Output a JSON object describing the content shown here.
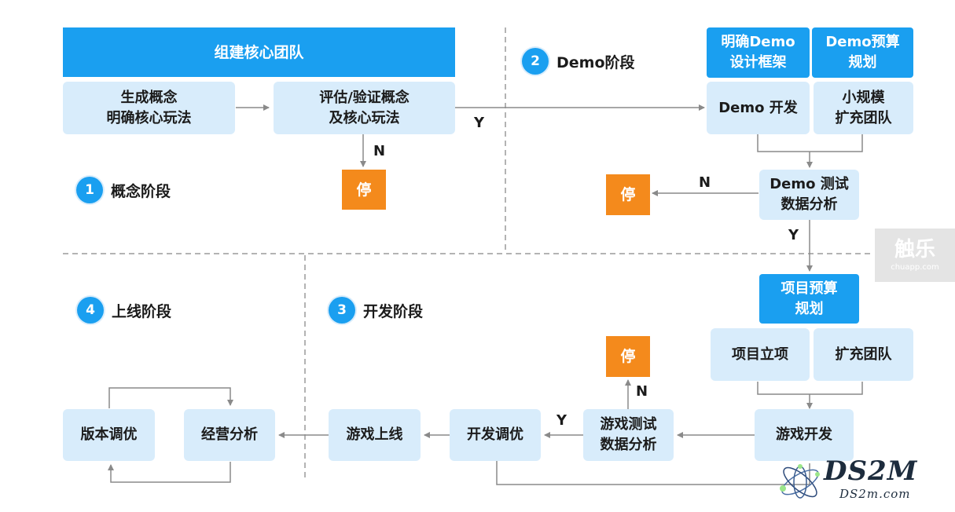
{
  "stages": {
    "concept": {
      "num": "1",
      "label": "概念阶段"
    },
    "demo": {
      "num": "2",
      "label": "Demo阶段"
    },
    "dev": {
      "num": "3",
      "label": "开发阶段"
    },
    "launch": {
      "num": "4",
      "label": "上线阶段"
    }
  },
  "boxes": {
    "build_team": "组建核心团队",
    "gen_concept": "生成概念\n明确核心玩法",
    "eval_concept": "评估/验证概念\n及核心玩法",
    "stop": "停",
    "demo_design": "明确Demo\n设计框架",
    "demo_budget": "Demo预算\n规划",
    "demo_dev": "Demo 开发",
    "expand_small": "小规模\n扩充团队",
    "demo_test": "Demo 测试\n数据分析",
    "project_budget": "项目预算\n规划",
    "project_setup": "项目立项",
    "expand_team": "扩充团队",
    "game_dev": "游戏开发",
    "game_test": "游戏测试\n数据分析",
    "dev_tune": "开发调优",
    "game_launch": "游戏上线",
    "ops_analysis": "经营分析",
    "version_tune": "版本调优"
  },
  "edge_labels": {
    "yes": "Y",
    "no": "N"
  },
  "watermarks": {
    "chuapp_name": "触乐",
    "chuapp_url": "chuapp.com",
    "ds2m_name": "DS2M",
    "ds2m_url": "DS2m.com"
  },
  "colors": {
    "blue": "#1a9ff0",
    "light_blue": "#d8ecfb",
    "orange": "#f48a1c",
    "line": "#8a8a8a"
  }
}
